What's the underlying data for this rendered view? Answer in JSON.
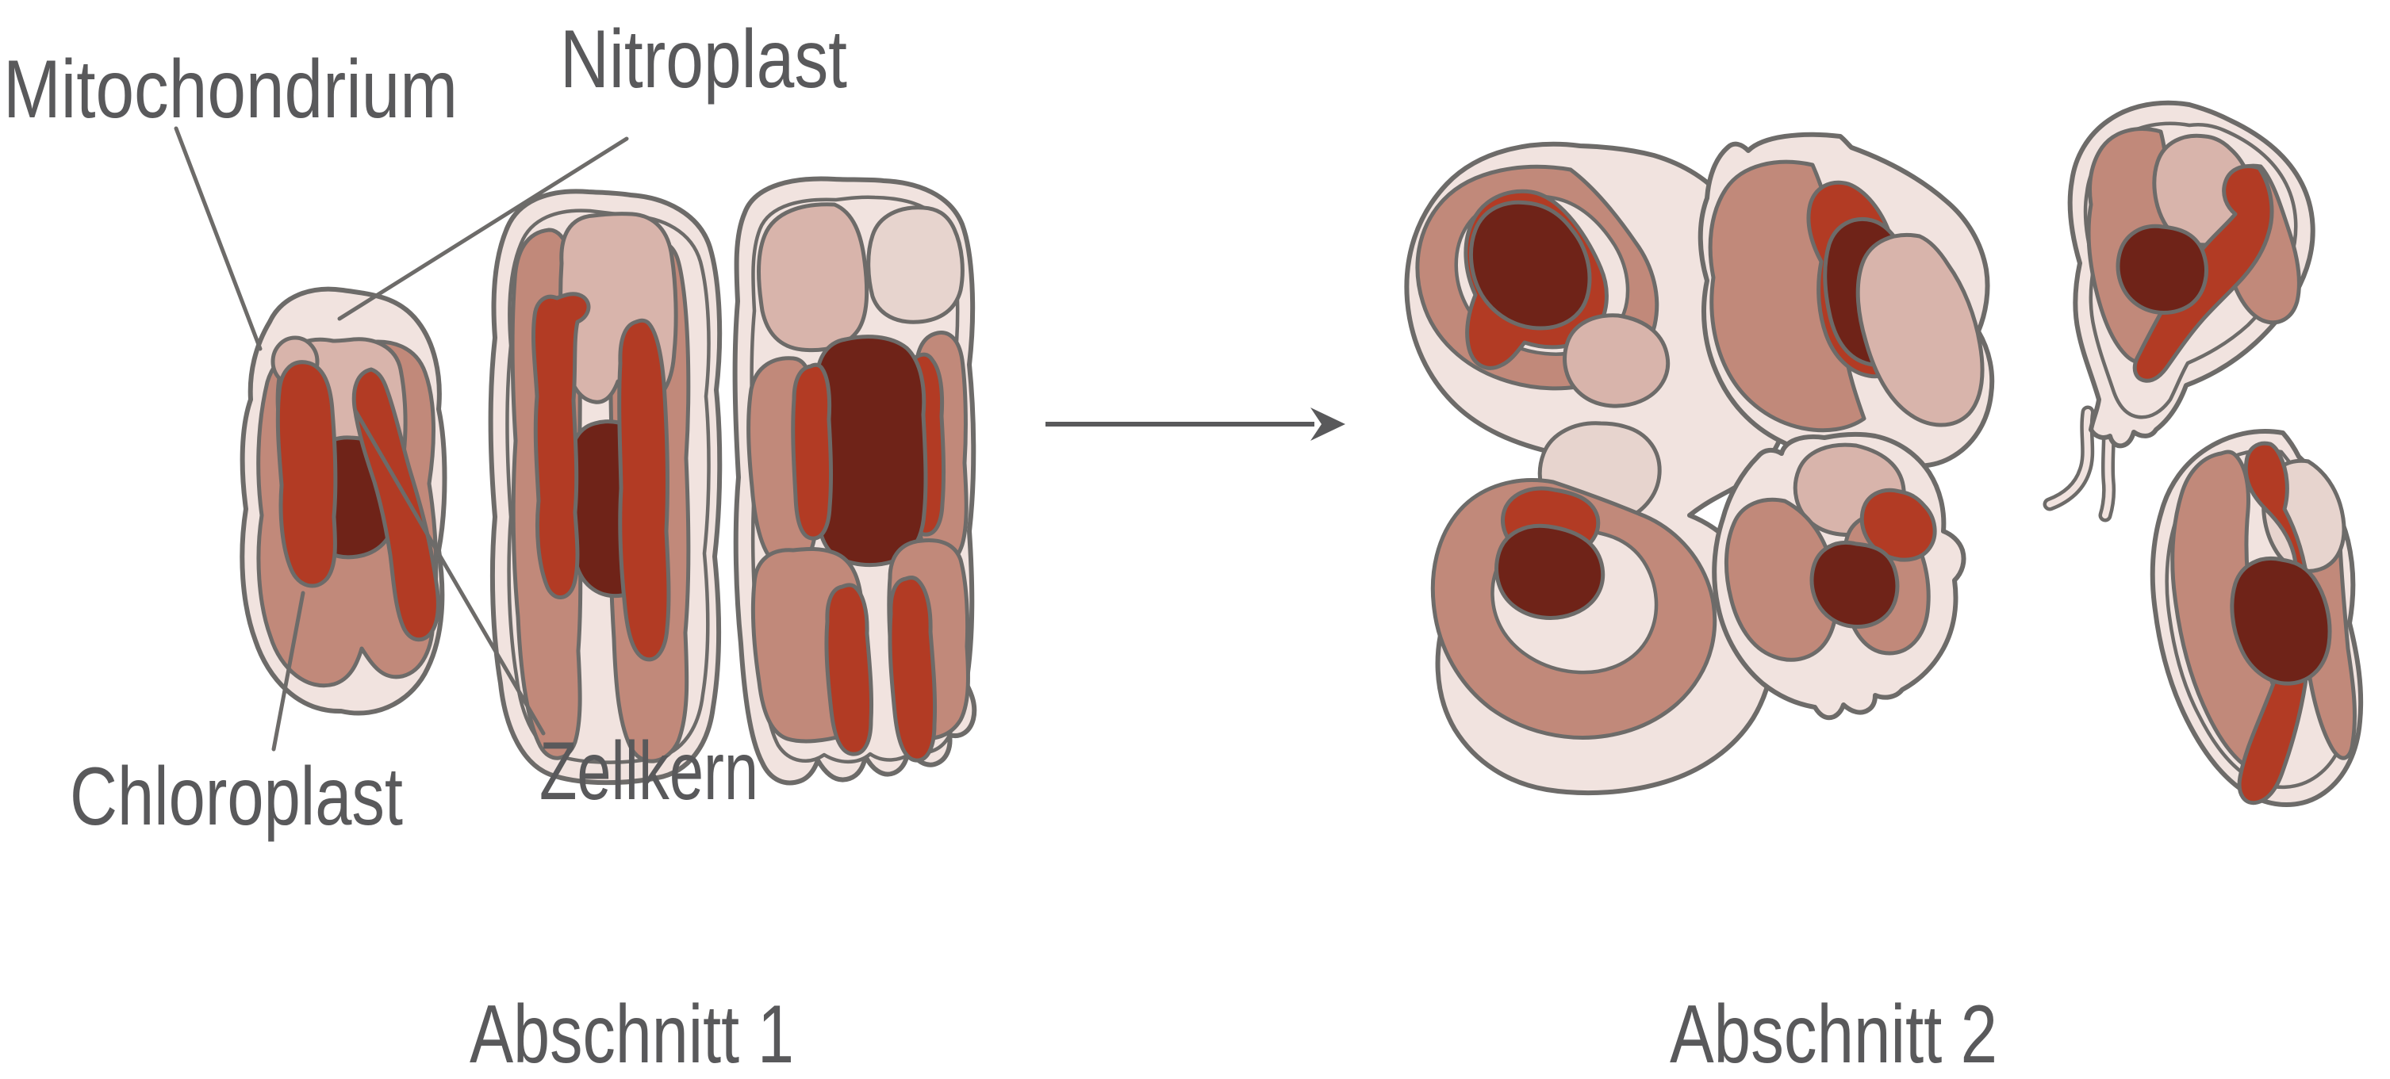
{
  "annotations": {
    "mitochondrium": {
      "label": "Mitochondrium"
    },
    "nitroplast": {
      "label": "Nitroplast"
    },
    "chloroplast": {
      "label": "Chloroplast"
    },
    "zellkern": {
      "label": "Zellkern"
    }
  },
  "sections": {
    "section1": {
      "label": "Abschnitt 1",
      "cell_count": 3
    },
    "section2": {
      "label": "Abschnitt 2",
      "cell_count": 6
    }
  },
  "arrow": {
    "direction": "right"
  },
  "colors": {
    "background": "#ffffff",
    "membrane": "#f1e3df",
    "chloroplast": "#c1897a",
    "mitochondrion": "#d8b4ab",
    "pale_organelle": "#e7d4ce",
    "nitroplast": "#b23b24",
    "nucleus": "#6f2318",
    "outline": "#6d6b69",
    "text": "#59595b",
    "arrow": "#59595b"
  }
}
